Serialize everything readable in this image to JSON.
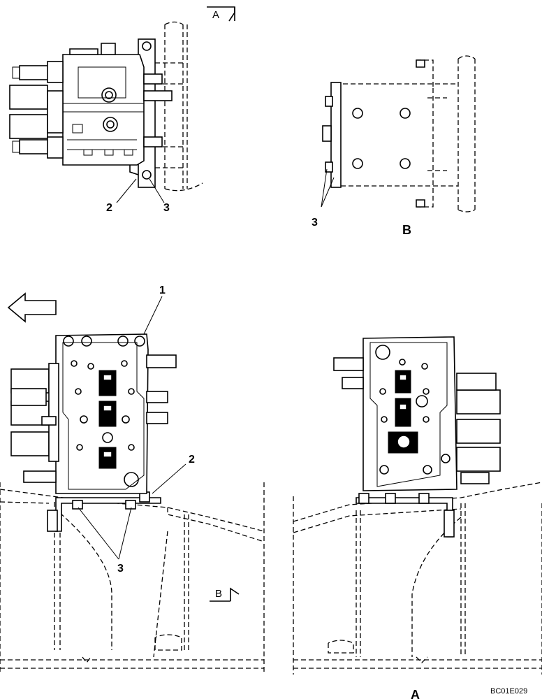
{
  "labels": {
    "view_A_marker": "A",
    "view_B_marker": "B",
    "top_left_2": "2",
    "top_left_3": "3",
    "top_right_3": "3",
    "top_right_B": "B",
    "bottom_left_1": "1",
    "bottom_left_2": "2",
    "bottom_left_3": "3",
    "bottom_right_A": "A",
    "drawing_code": "BC01E029"
  },
  "icons": {
    "direction_arrow": "left-arrow-icon",
    "section_marker_A": "section-arrow-icon",
    "section_marker_B": "section-arrow-icon"
  }
}
